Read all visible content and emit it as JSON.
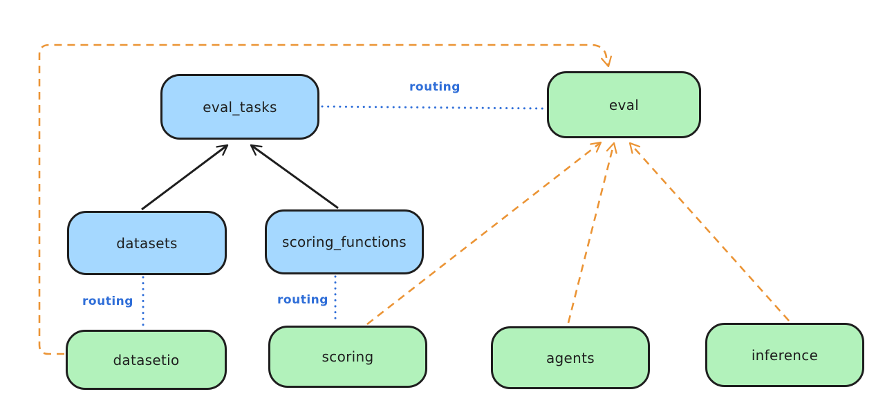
{
  "nodes": [
    {
      "id": "eval_tasks",
      "label": "eval_tasks",
      "color": "blue"
    },
    {
      "id": "eval",
      "label": "eval",
      "color": "green"
    },
    {
      "id": "datasets",
      "label": "datasets",
      "color": "blue"
    },
    {
      "id": "scoring_functions",
      "label": "scoring_functions",
      "color": "blue"
    },
    {
      "id": "datasetio",
      "label": "datasetio",
      "color": "green"
    },
    {
      "id": "scoring",
      "label": "scoring",
      "color": "green"
    },
    {
      "id": "agents",
      "label": "agents",
      "color": "green"
    },
    {
      "id": "inference",
      "label": "inference",
      "color": "green"
    }
  ],
  "edges": [
    {
      "from": "datasets",
      "to": "eval_tasks",
      "style": "solid-black-arrow"
    },
    {
      "from": "scoring_functions",
      "to": "eval_tasks",
      "style": "solid-black-arrow"
    },
    {
      "from": "eval_tasks",
      "to": "eval",
      "style": "dotted-blue",
      "label": "routing"
    },
    {
      "from": "datasets",
      "to": "datasetio",
      "style": "dotted-blue",
      "label": "routing"
    },
    {
      "from": "scoring_functions",
      "to": "scoring",
      "style": "dotted-blue",
      "label": "routing"
    },
    {
      "from": "datasetio",
      "to": "eval",
      "style": "dashed-orange-arrow"
    },
    {
      "from": "scoring",
      "to": "eval",
      "style": "dashed-orange-arrow"
    },
    {
      "from": "agents",
      "to": "eval",
      "style": "dashed-orange-arrow"
    },
    {
      "from": "inference",
      "to": "eval",
      "style": "dashed-orange-arrow"
    }
  ],
  "edge_labels": {
    "routing_top": "routing",
    "routing_left": "routing",
    "routing_mid": "routing"
  },
  "colors": {
    "blue_node_fill": "#a5d8ff",
    "green_node_fill": "#b2f2bb",
    "node_border": "#1e1e1e",
    "black_arrow": "#1e1e1e",
    "routing_blue": "#2f6ed8",
    "orange_dashed": "#eb9435",
    "background": "#ffffff"
  }
}
